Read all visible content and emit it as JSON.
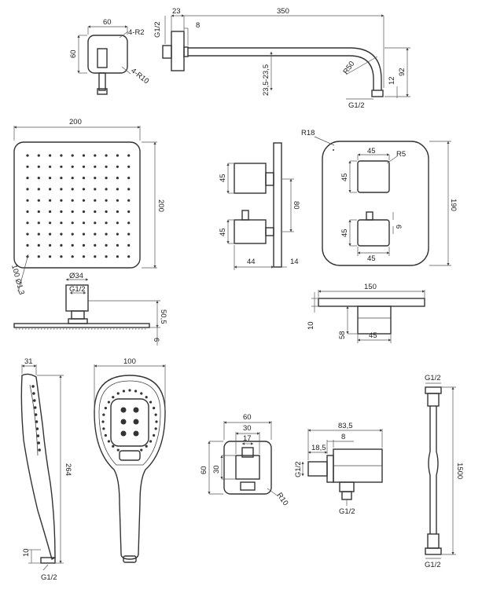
{
  "wall_connector_top": {
    "width": "60",
    "height": "60",
    "radius_small": "4-R2",
    "radius_large": "4-R10"
  },
  "shower_arm": {
    "thread_in": "G1/2",
    "base_depth": "23",
    "flange": "8",
    "length": "350",
    "height_range": "23,5-23,5",
    "bend_radius": "R50",
    "drop": "92",
    "tip": "12",
    "thread_out": "G1/2"
  },
  "rain_head": {
    "width": "200",
    "height": "200",
    "nozzles": "100 Ø1,3",
    "neck_diameter": "Ø34",
    "thread": "G1/2",
    "neck_height": "50,5",
    "thickness": "6"
  },
  "thermostat_side": {
    "knob": "45",
    "knob2": "45",
    "spacing": "80",
    "projection": "44",
    "plate": "14"
  },
  "thermostat_front": {
    "corner_radius": "R18",
    "knob_top": "45",
    "knob_radius": "R5",
    "knob_side": "45",
    "height": "190",
    "knob2_side": "45",
    "knob2_bottom": "45",
    "small": "6"
  },
  "spout": {
    "width": "150",
    "thickness": "10",
    "height": "58",
    "neck": "45"
  },
  "hand_shower_side": {
    "width": "31",
    "length": "264",
    "end": "10",
    "thread": "G1/2"
  },
  "hand_shower_front": {
    "width": "100"
  },
  "hose": {
    "thread_top": "G1/2",
    "length": "1500",
    "thread_bottom": "G1/2"
  },
  "bracket_front": {
    "width": "60",
    "inner": "30",
    "hole": "17",
    "height": "60",
    "inner_h": "30",
    "radius": "R10"
  },
  "bracket_side": {
    "depth": "83,5",
    "flange": "8",
    "base": "18,5",
    "thread_in": "G1/2",
    "thread_out": "G1/2"
  }
}
